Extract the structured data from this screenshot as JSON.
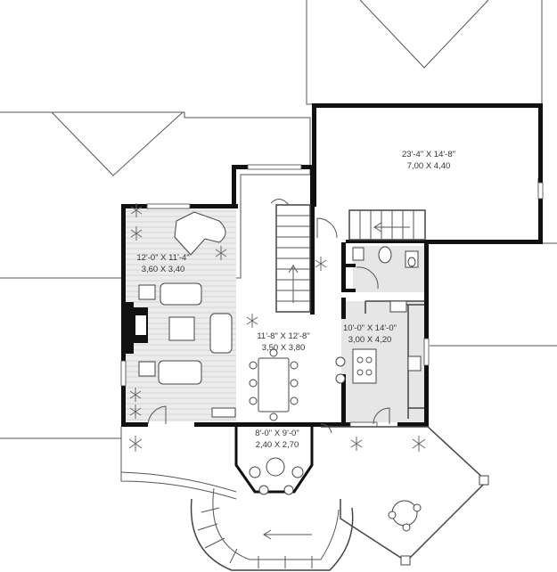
{
  "rooms": [
    {
      "id": "garage",
      "dims_imperial": "23'-4\" X 14'-8\"",
      "dims_metric": "7,00 X 4,40"
    },
    {
      "id": "living",
      "dims_imperial": "12'-0\" X 11'-4\"",
      "dims_metric": "3,60 X 3,40"
    },
    {
      "id": "dining",
      "dims_imperial": "11'-8\" X 12'-8\"",
      "dims_metric": "3,50 X 3,80"
    },
    {
      "id": "kitchen",
      "dims_imperial": "10'-0\" X 14'-0\"",
      "dims_metric": "3,00 X 4,20"
    },
    {
      "id": "nook",
      "dims_imperial": "8'-0\" X 9'-0\"",
      "dims_metric": "2,40 X 2,70"
    }
  ],
  "colors": {
    "wall": "#111111",
    "shaded_floor": "#e6e6e6",
    "line": "#555555"
  }
}
